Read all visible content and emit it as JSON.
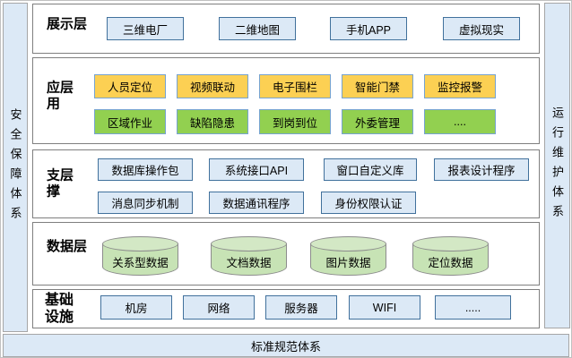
{
  "sidebars": {
    "left": {
      "label": "安全保障体系"
    },
    "right": {
      "label": "运行维护体系"
    },
    "bottom": {
      "label": "标准规范体系"
    }
  },
  "colors": {
    "bar_fill": "#dce9f6",
    "bar_border": "#a6a6a6",
    "layer_border": "#7f7f7f",
    "blue_node_fill": "#dce9f6",
    "blue_node_border": "#41719c",
    "yellow_node_fill": "#fcd053",
    "green_node_fill": "#92d050",
    "colored_node_border": "#76a3d1",
    "cylinder_fill": "#c7e3b5"
  },
  "layers": {
    "presentation": {
      "label": "展示层",
      "items": [
        "三维电厂",
        "二维地图",
        "手机APP",
        "虚拟现实"
      ]
    },
    "application": {
      "label": "应用层",
      "row1": [
        "人员定位",
        "视频联动",
        "电子围栏",
        "智能门禁",
        "监控报警"
      ],
      "row2": [
        "区域作业",
        "缺陷隐患",
        "到岗到位",
        "外委管理",
        "...."
      ]
    },
    "support": {
      "label": "支撑层",
      "row1": [
        "数据库操作包",
        "系统接口API",
        "窗口自定义库",
        "报表设计程序"
      ],
      "row2": [
        "消息同步机制",
        "数据通讯程序",
        "身份权限认证"
      ]
    },
    "data": {
      "label": "数据层",
      "items": [
        "关系型数据",
        "文档数据",
        "图片数据",
        "定位数据"
      ]
    },
    "infrastructure": {
      "label": "基础设施",
      "items": [
        "机房",
        "网络",
        "服务器",
        "WIFI",
        "....."
      ]
    }
  }
}
